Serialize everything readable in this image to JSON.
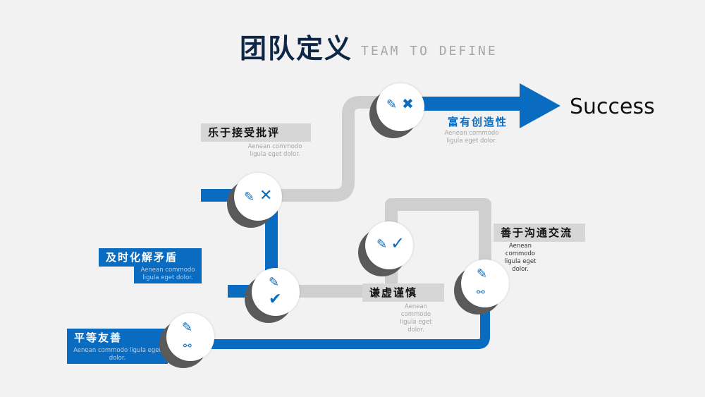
{
  "header": {
    "title": "团队定义",
    "subtitle": "TEAM TO DEFINE"
  },
  "goal": "Success",
  "colors": {
    "blue": "#0a6cc0",
    "gray": "#cfcfcf",
    "navy": "#0e2746"
  },
  "steps": [
    {
      "label": "平等友善",
      "desc": "Aenean commodo ligula eget dolor.",
      "icons": [
        "pencil-icon",
        "link-icon"
      ]
    },
    {
      "label": "及时化解矛盾",
      "desc": "Aenean commodo ligula eget dolor.",
      "icons": [
        "pencil-icon",
        "check-icon"
      ]
    },
    {
      "label": "乐于接受批评",
      "desc": "Aenean commodo ligula eget dolor.",
      "icons": [
        "pencil-icon",
        "cross-icon"
      ]
    },
    {
      "label": "谦虚谨慎",
      "desc": "Aenean commodo ligula eget dolor.",
      "icons": [
        "pencil-icon",
        "check-icon"
      ]
    },
    {
      "label": "善于沟通交流",
      "desc": "Aenean commodo ligula eget dolor.",
      "icons": [
        "pencil-icon",
        "link-icon"
      ]
    },
    {
      "label": "富有创造性",
      "desc": "Aenean commodo ligula eget dolor.",
      "icons": [
        "pencil-icon",
        "cross-icon"
      ]
    }
  ]
}
